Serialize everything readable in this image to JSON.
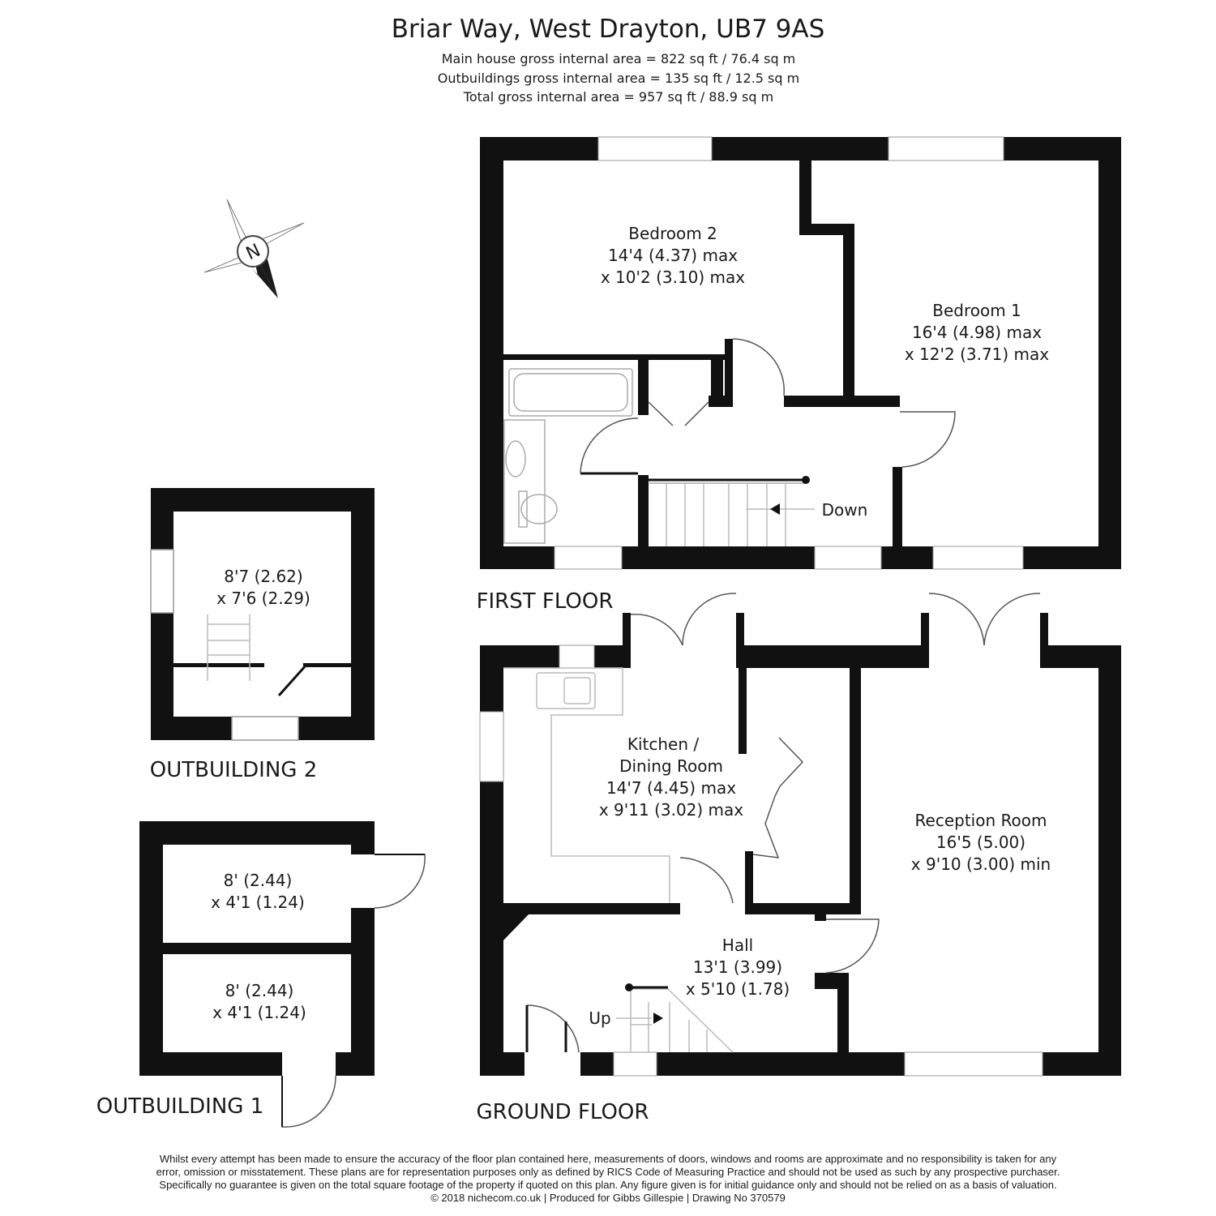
{
  "header": {
    "title": "Briar Way, West Drayton, UB7 9AS",
    "areas": [
      "Main house gross internal area =  822 sq ft / 76.4 sq m",
      "Outbuildings gross internal area = 135 sq ft / 12.5 sq m",
      "Total gross internal area =  957 sq ft / 88.9 sq m"
    ]
  },
  "compass": {
    "letter": "N"
  },
  "floors": {
    "first": "FIRST FLOOR",
    "ground": "GROUND FLOOR",
    "outbuilding2": "OUTBUILDING 2",
    "outbuilding1": "OUTBUILDING 1"
  },
  "rooms": {
    "bedroom2": [
      "Bedroom 2",
      "14'4 (4.37) max",
      "x 10'2 (3.10) max"
    ],
    "bedroom1": [
      "Bedroom 1",
      "16'4 (4.98) max",
      "x 12'2 (3.71) max"
    ],
    "kitchen": [
      "Kitchen /",
      "Dining Room",
      "14'7 (4.45) max",
      "x 9'11 (3.02) max"
    ],
    "reception": [
      "Reception Room",
      "16'5 (5.00)",
      "x 9'10 (3.00) min"
    ],
    "hall": [
      "Hall",
      "13'1 (3.99)",
      "x 5'10 (1.78)"
    ],
    "outbuilding2_room": [
      "8'7 (2.62)",
      "x 7'6 (2.29)"
    ],
    "outbuilding1_top": [
      "8' (2.44)",
      "x 4'1 (1.24)"
    ],
    "outbuilding1_bottom": [
      "8' (2.44)",
      "x 4'1 (1.24)"
    ]
  },
  "stairs": {
    "down": "Down",
    "up": "Up"
  },
  "disclaimer": [
    "Whilst every attempt has been made to ensure the accuracy of the floor plan contained here, measurements of doors, windows and rooms are approximate and no responsibility is taken for any",
    "error, omission or misstatement. These plans are for representation purposes only as defined by RICS Code of Measuring Practice and should not be used as such by any prospective purchaser.",
    "Specifically no guarantee is given on the total square footage of the property if quoted on this plan. Any figure given is for initial guidance only and should not be relied on as a basis of valuation.",
    "© 2018 nichecom.co.uk  |  Produced for Gibbs Gillespie  |  Drawing No 370579"
  ]
}
